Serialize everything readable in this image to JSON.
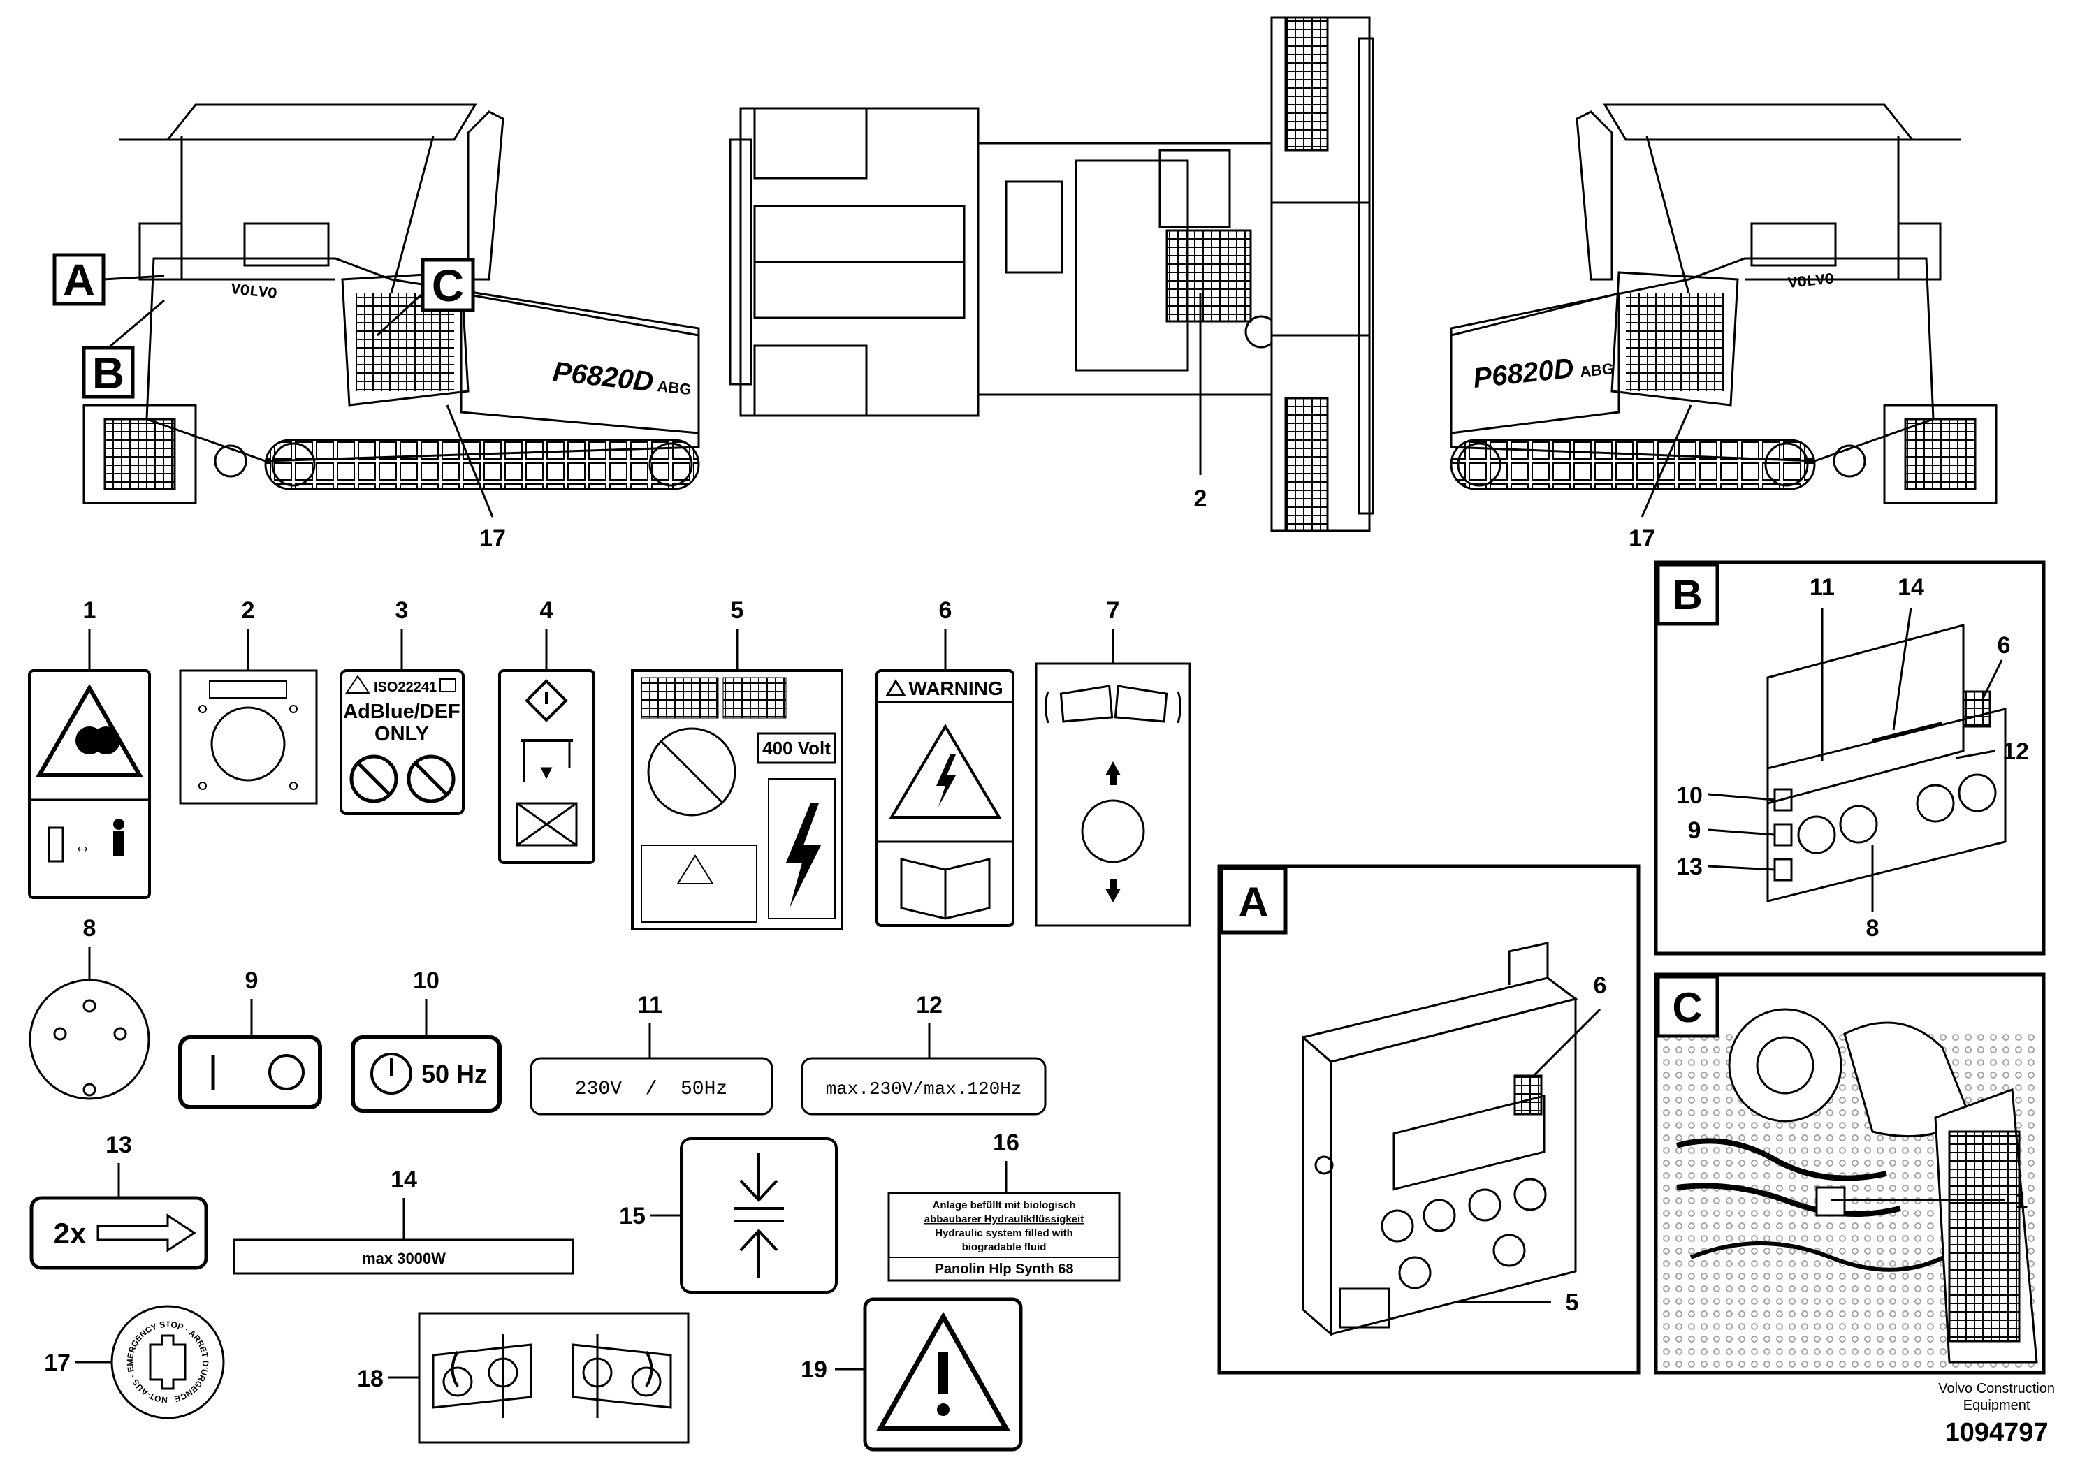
{
  "callouts": {
    "n1": "1",
    "n2": "2",
    "n3": "3",
    "n4": "4",
    "n5": "5",
    "n6": "6",
    "n7": "7",
    "n8": "8",
    "n9": "9",
    "n10": "10",
    "n11": "11",
    "n12": "12",
    "n13": "13",
    "n14": "14",
    "n15": "15",
    "n16": "16",
    "n17": "17",
    "n18": "18",
    "n19": "19"
  },
  "letters": {
    "a": "A",
    "b": "B",
    "c": "C"
  },
  "model_badge": "P6820D",
  "model_badge_suffix": "ABG",
  "brand_on_machine": "VOLVO",
  "decals": {
    "d3_standard": "ISO22241",
    "d3_line1": "AdBlue/DEF",
    "d3_line2": "ONLY",
    "d5_voltage": "400 Volt",
    "d6_warning": "WARNING",
    "d10_freq": "50 Hz",
    "d11_text": "230V  /  50Hz",
    "d12_text": "max.230V/max.120Hz",
    "d13_text": "2x",
    "d14_text": "max 3000W",
    "d16_line1": "Anlage befüllt mit biologisch",
    "d16_line2": "abbaubarer Hydraulikflüssigkeit",
    "d16_line3": "Hydraulic system filled with",
    "d16_line4": "biogradable fluid",
    "d16_line5": "Panolin Hlp Synth 68",
    "d17_ring": "NOT-AUS · EMERGENCY STOP · ARRET D'URGENCE"
  },
  "footer": {
    "brand_line1": "Volvo Construction",
    "brand_line2": "Equipment",
    "part_number": "1094797"
  }
}
